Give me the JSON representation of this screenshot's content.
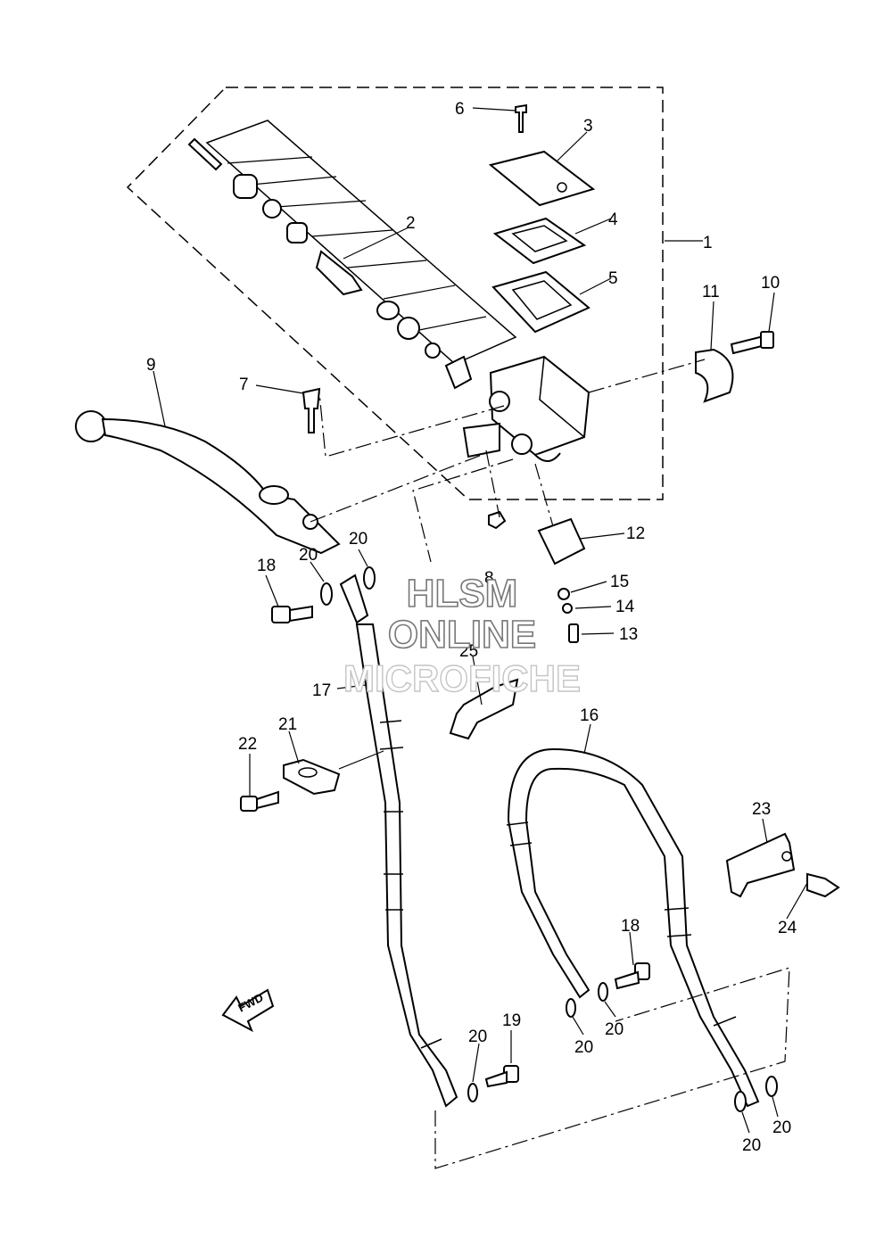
{
  "watermark": {
    "line1": "HLSM",
    "line2": "ONLINE",
    "line3": "MICROFICHE"
  },
  "direction_label": "FWD",
  "callouts": {
    "c1": "1",
    "c2": "2",
    "c3": "3",
    "c4": "4",
    "c5": "5",
    "c6": "6",
    "c7": "7",
    "c8": "8",
    "c9": "9",
    "c10": "10",
    "c11": "11",
    "c12": "12",
    "c13": "13",
    "c14": "14",
    "c15": "15",
    "c16": "16",
    "c17": "17",
    "c18a": "18",
    "c18b": "18",
    "c19": "19",
    "c20a": "20",
    "c20b": "20",
    "c20c": "20",
    "c20d": "20",
    "c20e": "20",
    "c20f": "20",
    "c20g": "20",
    "c21": "21",
    "c22": "22",
    "c23": "23",
    "c24": "24",
    "c25": "25"
  }
}
